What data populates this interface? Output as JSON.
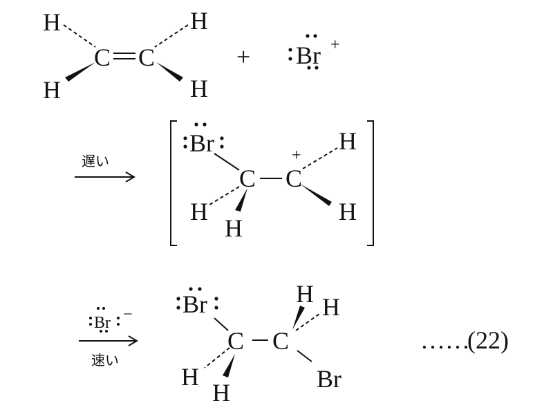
{
  "equation_number": "(22)",
  "leader_dots": "……",
  "reactants": {
    "ethylene": {
      "h1": "H",
      "h2": "H",
      "h3": "H",
      "h4": "H",
      "c1": "C",
      "c2": "C"
    },
    "plus": "+",
    "bromine_cation": {
      "symbol": "Br",
      "charge": "+"
    }
  },
  "step1": {
    "label": "遅い"
  },
  "intermediate": {
    "br": "Br",
    "c1": "C",
    "c2": "C",
    "charge": "+",
    "h1": "H",
    "h2": "H",
    "h3": "H",
    "h4": "H"
  },
  "step2": {
    "reagent": "Br",
    "reagent_charge": "−",
    "label": "速い"
  },
  "product": {
    "br1": "Br",
    "br2": "Br",
    "c1": "C",
    "c2": "C",
    "h1": "H",
    "h2": "H",
    "h3": "H",
    "h4": "H"
  }
}
